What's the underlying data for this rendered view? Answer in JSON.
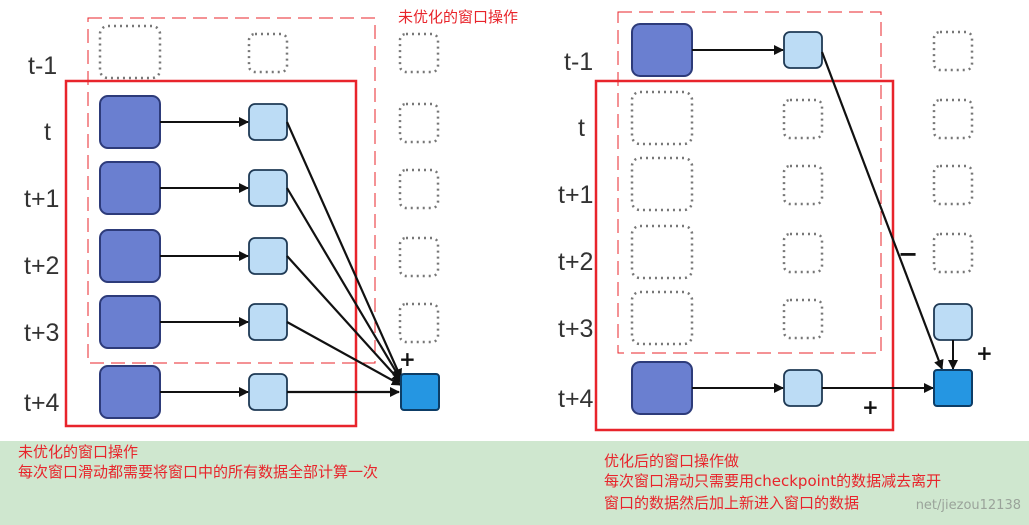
{
  "top_title": "未优化的窗口操作",
  "time_labels": [
    "t-1",
    "t",
    "t+1",
    "t+2",
    "t+3",
    "t+4"
  ],
  "signs": {
    "plus": "+",
    "minus": "−"
  },
  "left_caption": {
    "title": "未优化的窗口操作",
    "body": "每次窗口滑动都需要将窗口中的所有数据全部计算一次"
  },
  "right_caption": {
    "title": "优化后的窗口操作做",
    "line1": "每次窗口滑动只需要用checkpoint的数据减去离开",
    "line2": "窗口的数据然后加上新进入窗口的数据"
  },
  "watermark": "net/jiezou12138",
  "colors": {
    "dark_box": "#6a7fd0",
    "light_box": "#bcdcf5",
    "result_box": "#2596e2",
    "highlight": "#e8242b",
    "caption_bg": "#cfe7cf"
  }
}
